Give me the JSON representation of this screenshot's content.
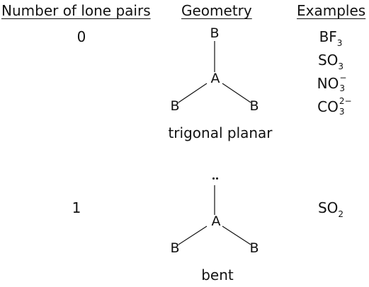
{
  "headers": {
    "lone_pairs": "Number of lone pairs",
    "geometry": "Geometry",
    "examples": "Examples"
  },
  "rows": [
    {
      "lone_pairs": "0",
      "geometry_name": "trigonal planar",
      "atoms": {
        "top": "B",
        "center": "A",
        "left": "B",
        "right": "B"
      },
      "examples": [
        {
          "base": "BF",
          "sub": "3",
          "charge": ""
        },
        {
          "base": "SO",
          "sub": "3",
          "charge": ""
        },
        {
          "base": "NO",
          "sub": "3",
          "charge": "−"
        },
        {
          "base": "CO",
          "sub": "3",
          "charge": "2−"
        }
      ]
    },
    {
      "lone_pairs": "1",
      "geometry_name": "bent",
      "atoms": {
        "center": "A",
        "left": "B",
        "right": "B"
      },
      "lone_pair_glyph": "··",
      "examples": [
        {
          "base": "SO",
          "sub": "2",
          "charge": ""
        }
      ]
    }
  ]
}
